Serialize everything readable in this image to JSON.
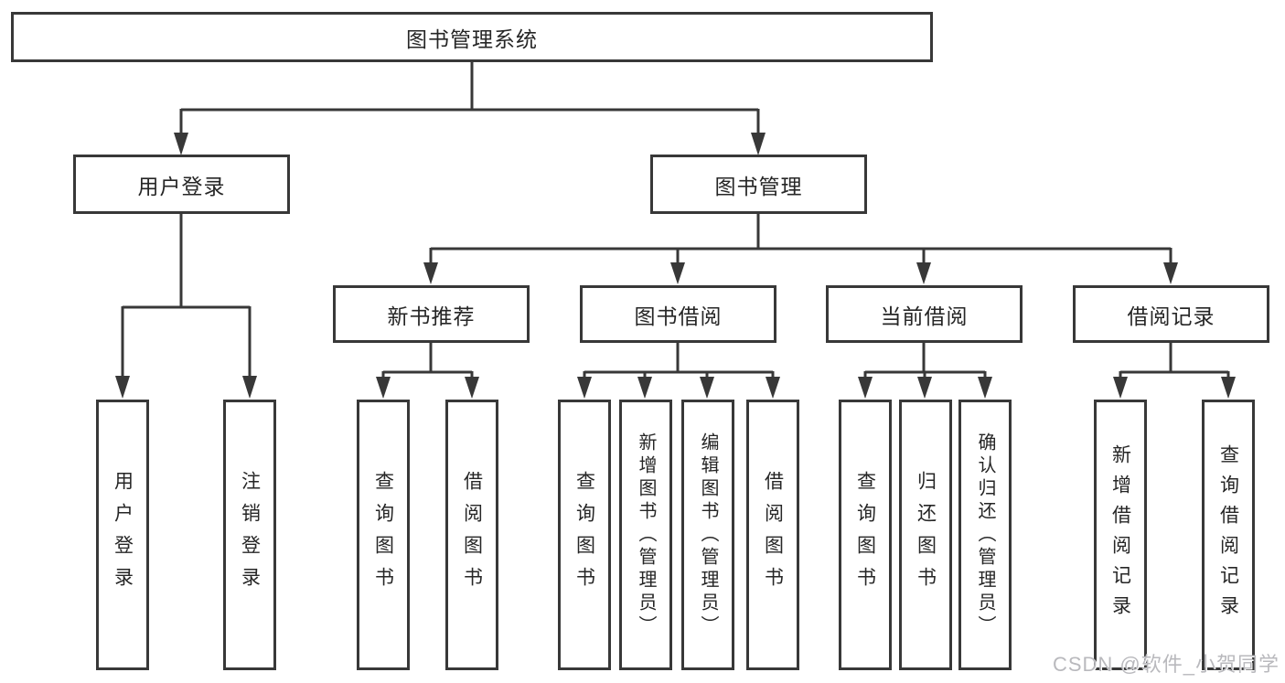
{
  "tree": {
    "root": {
      "label": "图书管理系统",
      "children": [
        {
          "label": "用户登录",
          "children": [
            {
              "label": "用户登录"
            },
            {
              "label": "注销登录"
            }
          ]
        },
        {
          "label": "图书管理",
          "children": [
            {
              "label": "新书推荐",
              "children": [
                {
                  "label": "查询图书"
                },
                {
                  "label": "借阅图书"
                }
              ]
            },
            {
              "label": "图书借阅",
              "children": [
                {
                  "label": "查询图书"
                },
                {
                  "label": "新增图书（管理员）"
                },
                {
                  "label": "编辑图书（管理员）"
                },
                {
                  "label": "借阅图书"
                }
              ]
            },
            {
              "label": "当前借阅",
              "children": [
                {
                  "label": "查询图书"
                },
                {
                  "label": "归还图书"
                },
                {
                  "label": "确认归还（管理员）"
                }
              ]
            },
            {
              "label": "借阅记录",
              "children": [
                {
                  "label": "新增借阅记录"
                },
                {
                  "label": "查询借阅记录"
                }
              ]
            }
          ]
        }
      ]
    }
  },
  "watermark": {
    "text": "CSDN @软件_小贺同学"
  },
  "colors": {
    "line": "#383838",
    "text": "#262626",
    "watermark": "#b9b9bd",
    "background": "#ffffff"
  }
}
